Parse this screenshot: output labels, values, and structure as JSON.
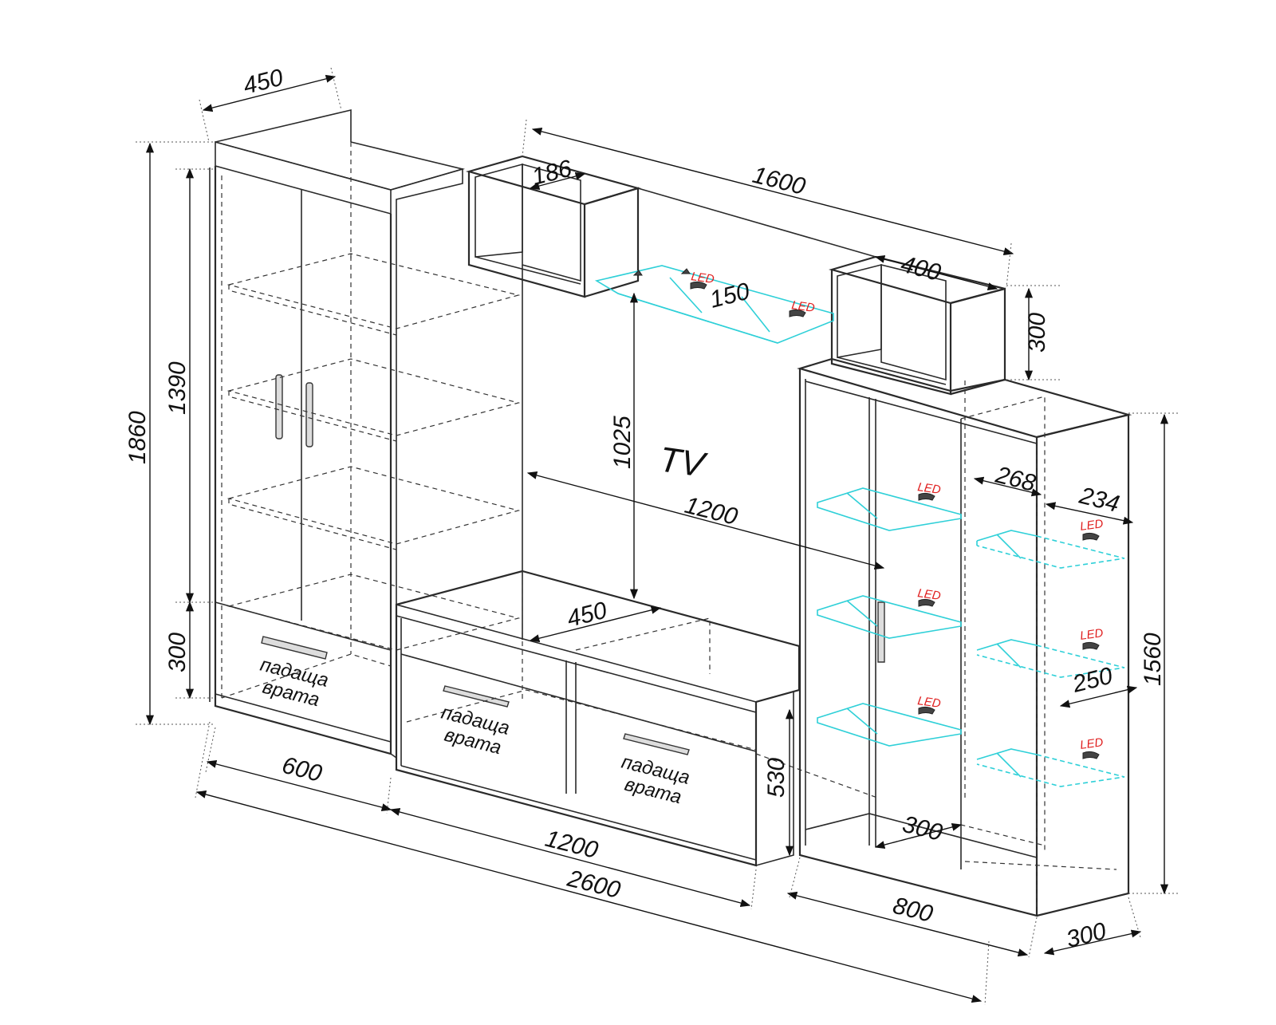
{
  "dimensions": {
    "d450_top": "450",
    "d186": "186",
    "d1600": "1600",
    "d400": "400",
    "d150": "150",
    "d300_top_right": "300",
    "d1860": "1860",
    "d1390": "1390",
    "d300_left": "300",
    "d1025": "1025",
    "d1200_tv": "1200",
    "d268": "268",
    "d234": "234",
    "d450_mid": "450",
    "d1560": "1560",
    "d250": "250",
    "d530": "530",
    "d600": "600",
    "d1200_bottom": "1200",
    "d2600": "2600",
    "d300_bottom": "300",
    "d800": "800",
    "d300_depth": "300"
  },
  "labels": {
    "tv": "TV",
    "drop_door_1_line1": "падаща",
    "drop_door_1_line2": "врата",
    "drop_door_2_line1": "падаща",
    "drop_door_2_line2": "врата",
    "drop_door_3_line1": "падаща",
    "drop_door_3_line2": "врата",
    "led": "LED"
  },
  "colors": {
    "glass": "#2fd0d8",
    "led_text": "#e02020",
    "lines": "#2a2a2a"
  }
}
